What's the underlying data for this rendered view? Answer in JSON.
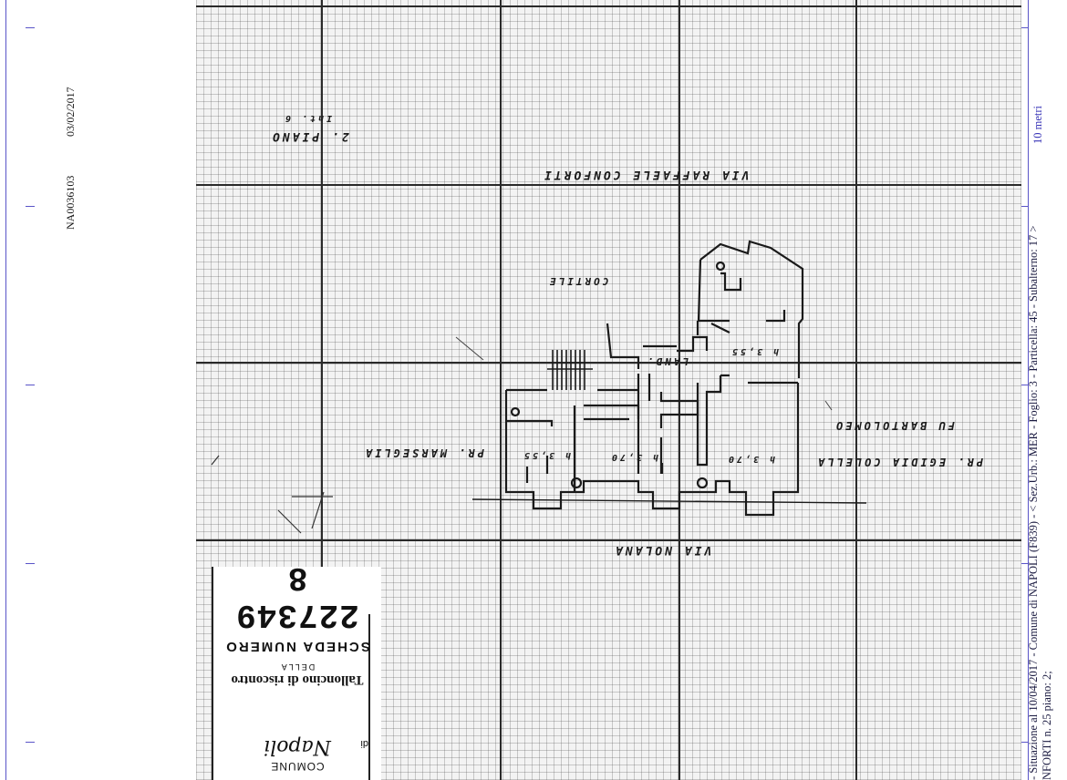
{
  "left_margin": {
    "code": "NA0036103",
    "date": "03/02/2017"
  },
  "right_margin": {
    "line1": "- Situazione al 10/04/2017 - Comune di NAPOLI (F839) - < Sez.Urb.: MER - Foglio: 3 - Particella: 45 - Subalterno: 17 >",
    "line2": "NFORTI n. 25 piano: 2;",
    "scale": "10 metri"
  },
  "plan": {
    "floor_label": "2. PIANO",
    "floor_label_sub": "Int. 6",
    "street_top": "VIA RAFFAELE CONFORTI",
    "courtyard": "CORTILE",
    "landing": "LAND.",
    "room_h_top": "h 3,55",
    "room_h_1": "h 3,55",
    "room_h_2": "h 3,70",
    "room_h_3": "h 3,70",
    "neighbor_left": "PR. MARSEGLIA",
    "neighbor_right": "PR. EGIDIA COLELLA",
    "former": "FU BARTOLOMEO",
    "street_bottom": "VIA NOLANA"
  },
  "ticket": {
    "number": "227349 8",
    "title": "SCHEDA NUMERO",
    "della": "DELLA",
    "subtitle": "Talloncino di riscontro",
    "comune_label": "COMUNE",
    "di_label": "di",
    "signature": "Napoli"
  },
  "colors": {
    "margin_rule": "#5a55c8",
    "ink": "#1a1a1a",
    "paper": "#ffffff"
  }
}
